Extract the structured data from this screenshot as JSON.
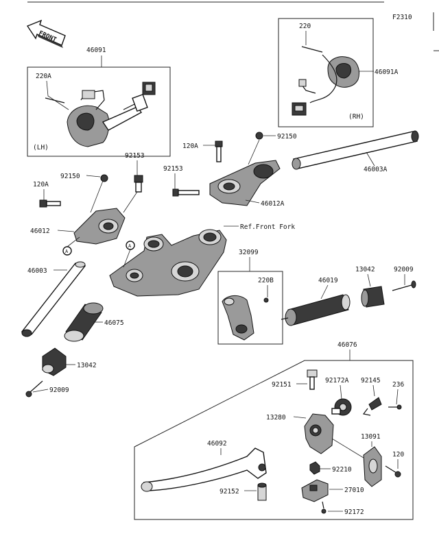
{
  "diagram": {
    "code": "F2310",
    "front_label": "FRONT",
    "box_lh_tag": "(LH)",
    "box_rh_tag": "(RH)",
    "ref_marks": [
      "A",
      "A"
    ],
    "labels": [
      {
        "id": "46091",
        "text": "46091"
      },
      {
        "id": "220A",
        "text": "220A"
      },
      {
        "id": "220",
        "text": "220"
      },
      {
        "id": "46091A",
        "text": "46091A"
      },
      {
        "id": "120A_r",
        "text": "120A"
      },
      {
        "id": "92150_r",
        "text": "92150"
      },
      {
        "id": "92153_r",
        "text": "92153"
      },
      {
        "id": "46012A",
        "text": "46012A"
      },
      {
        "id": "46003A",
        "text": "46003A"
      },
      {
        "id": "92150_l",
        "text": "92150"
      },
      {
        "id": "92153_l",
        "text": "92153"
      },
      {
        "id": "120A_l",
        "text": "120A"
      },
      {
        "id": "46012",
        "text": "46012"
      },
      {
        "id": "ref_fork",
        "text": "Ref.Front Fork"
      },
      {
        "id": "46003",
        "text": "46003"
      },
      {
        "id": "46075",
        "text": "46075"
      },
      {
        "id": "13042_l",
        "text": "13042"
      },
      {
        "id": "92009_l",
        "text": "92009"
      },
      {
        "id": "32099",
        "text": "32099"
      },
      {
        "id": "220B",
        "text": "220B"
      },
      {
        "id": "46019",
        "text": "46019"
      },
      {
        "id": "13042_r",
        "text": "13042"
      },
      {
        "id": "92009_r",
        "text": "92009"
      },
      {
        "id": "46076",
        "text": "46076"
      },
      {
        "id": "92151",
        "text": "92151"
      },
      {
        "id": "92172A",
        "text": "92172A"
      },
      {
        "id": "92145",
        "text": "92145"
      },
      {
        "id": "236",
        "text": "236"
      },
      {
        "id": "13280",
        "text": "13280"
      },
      {
        "id": "46092",
        "text": "46092"
      },
      {
        "id": "13091",
        "text": "13091"
      },
      {
        "id": "120_r",
        "text": "120"
      },
      {
        "id": "92210",
        "text": "92210"
      },
      {
        "id": "92152",
        "text": "92152"
      },
      {
        "id": "27010",
        "text": "27010"
      },
      {
        "id": "92172",
        "text": "92172"
      }
    ]
  }
}
